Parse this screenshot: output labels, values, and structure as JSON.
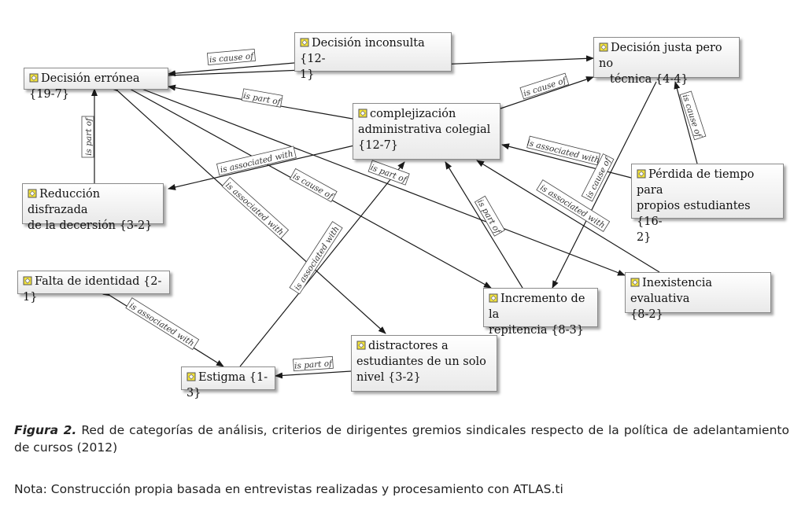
{
  "nodes": {
    "decision_erronea": "Decisión errónea {19-7}",
    "decision_inconsulta_1": "Decisión inconsulta {12-",
    "decision_inconsulta_2": "1}",
    "decision_justa_1": "Decisión justa pero no",
    "decision_justa_2": "técnica {4-4}",
    "complejizacion_1": "complejización",
    "complejizacion_2": "administrativa colegial",
    "complejizacion_3": "{12-7}",
    "reduccion_1": "Reducción disfrazada",
    "reduccion_2": "de la decersión {3-2}",
    "perdida_1": "Pérdida de tiempo para",
    "perdida_2": "propios estudiantes {16-",
    "perdida_3": "2}",
    "falta_identidad": "Falta de identidad {2-1}",
    "inexistencia_1": "Inexistencia evaluativa",
    "inexistencia_2": "{8-2}",
    "incremento_1": "Incremento de la",
    "incremento_2": "repitencia {8-3}",
    "distractores_1": "distractores a",
    "distractores_2": "estudiantes de un solo",
    "distractores_3": "nivel {3-2}",
    "estigma": "Estigma {1-3}"
  },
  "relations": {
    "is_cause_of": "is cause of",
    "is_part_of": "is part of",
    "is_associated_with": "is associated with",
    "is_associated_with_trunc": "is associated with",
    "is_cause_of_trunc": "is cause of"
  },
  "caption": {
    "figure_label": "Figura 2.",
    "text": " Red de categorías de análisis, criterios de dirigentes gremios sindicales respecto de la política de adelantamiento de cursos (2012)",
    "note": "Nota: Construcción propia basada en entrevistas realizadas y procesamiento con ATLAS.ti"
  },
  "colors": {
    "node_border": "#8a8a8a",
    "edge": "#1a1a1a",
    "icon_fill": "#f2e23a"
  }
}
